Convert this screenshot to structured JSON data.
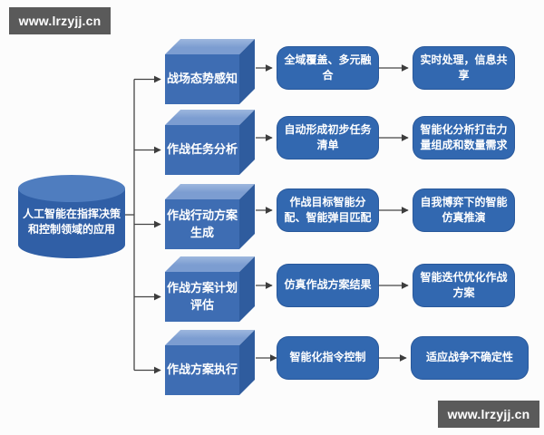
{
  "watermark": {
    "text": "www.lrzyjj.cn"
  },
  "root": {
    "label_line1": "人工智能在指挥决策",
    "label_line2": "和控制领域的应用"
  },
  "rows": [
    {
      "stage": "战场态势感知",
      "method": "全域覆盖、多元融合",
      "outcome": "实时处理，信息共享"
    },
    {
      "stage": "作战任务分析",
      "method": "自动形成初步任务清单",
      "outcome": "智能化分析打击力量组成和数量需求"
    },
    {
      "stage": "作战行动方案生成",
      "method": "作战目标智能分配、智能弹目匹配",
      "outcome": "自我博弈下的智能仿真推演"
    },
    {
      "stage": "作战方案计划评估",
      "method": "仿真作战方案结果",
      "outcome": "智能迭代优化作战方案"
    },
    {
      "stage": "作战方案执行",
      "method": "智能化指令控制",
      "outcome": "适应战争不确定性"
    }
  ],
  "colors": {
    "bg": "#fcfcfc",
    "cylinder": "#305fa6",
    "cylinder_top": "#4f7dbf",
    "cube_front": "#3e6db3",
    "cube_top": "#7c9dd1",
    "cube_top_hi": "#9db7de",
    "cube_right": "#2f5c9e",
    "pill": "#3268b0",
    "line": "#454545",
    "watermark_bg": "#5a5a5a"
  }
}
